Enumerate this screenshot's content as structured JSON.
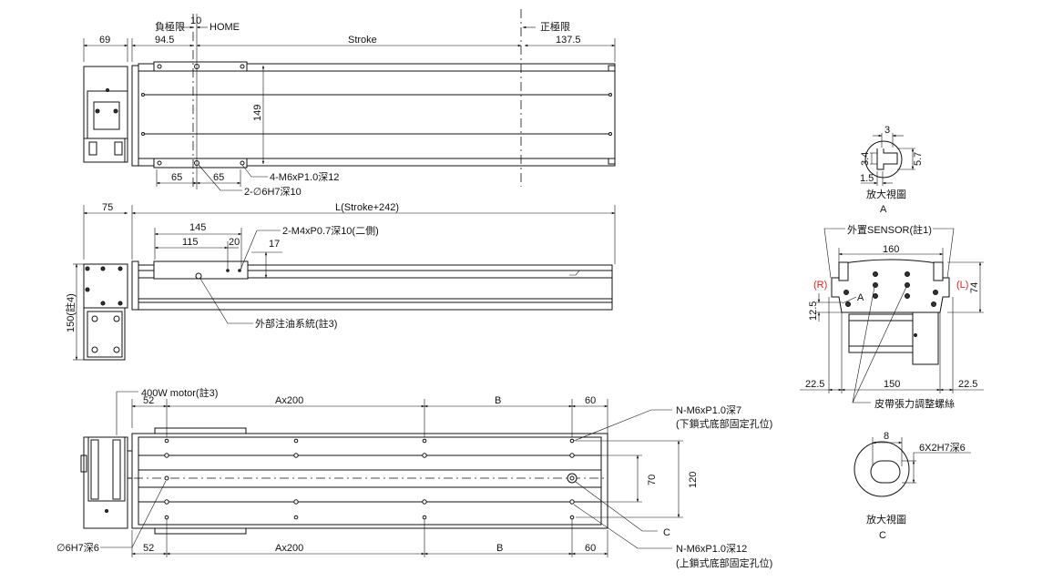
{
  "top_view": {
    "neg_limit": "負極限",
    "home_offset": "10",
    "home": "HOME",
    "pos_limit": "正極限",
    "dim_motor": "69",
    "dim_start": "94.5",
    "dim_stroke": "Stroke",
    "dim_end": "137.5",
    "dim_width": "149",
    "dim_hole1": "65",
    "dim_hole2": "65",
    "note_tapped": "4-M6xP1.0深12",
    "note_pin": "2-∅6H7深10"
  },
  "side_view": {
    "dim_motor": "75",
    "dim_length": "L(Stroke+242)",
    "dim_145": "145",
    "dim_115": "115",
    "dim_20": "20",
    "dim_17": "17",
    "note_side_tap": "2-M4xP0.7深10(二側)",
    "note_oil": "外部注油系統(註3)",
    "dim_height": "150(註4)"
  },
  "bottom_view": {
    "motor_note": "400W motor(註3)",
    "dim_52": "52",
    "dim_a": "Ax200",
    "dim_b": "B",
    "dim_60": "60",
    "dim_70": "70",
    "dim_120": "120",
    "note_lower": "N-M6xP1.0深7",
    "note_lower_sub": "(下鎖式底部固定孔位)",
    "note_c": "C",
    "note_upper": "N-M6xP1.0深12",
    "note_upper_sub": "(上鎖式底部固定孔位)",
    "note_pin": "∅6H7深6"
  },
  "detail_a": {
    "dim_3": "3",
    "dim_34": "3.4",
    "dim_57": "5.7",
    "dim_15": "1.5",
    "caption": "放大視圖",
    "label": "A"
  },
  "end_view": {
    "sensor": "外置SENSOR(註1)",
    "dim_160": "160",
    "dim_74": "74",
    "r_label": "(R)",
    "l_label": "(L)",
    "a_label": "A",
    "dim_125": "12.5",
    "dim_225_left": "22.5",
    "dim_150": "150",
    "dim_225_right": "22.5",
    "belt_note": "皮帶張力調整螺絲"
  },
  "detail_c": {
    "dim_8": "8",
    "note": "6X2H7深6",
    "caption": "放大視圖",
    "label": "C"
  },
  "colors": {
    "line": "#111111",
    "side_label": "#e02020"
  }
}
